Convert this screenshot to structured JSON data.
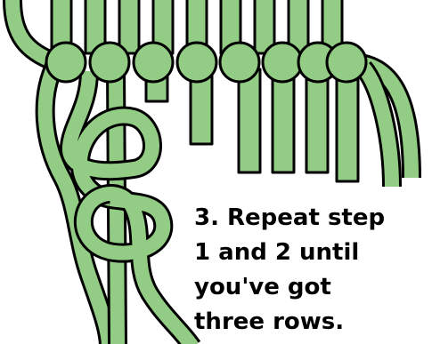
{
  "instruction": {
    "lines": [
      "3. Repeat step",
      "1 and 2 until",
      "you've got",
      "three rows."
    ]
  },
  "colors": {
    "cord": "#93cc85",
    "outline": "#000000",
    "background": "#ffffff"
  }
}
